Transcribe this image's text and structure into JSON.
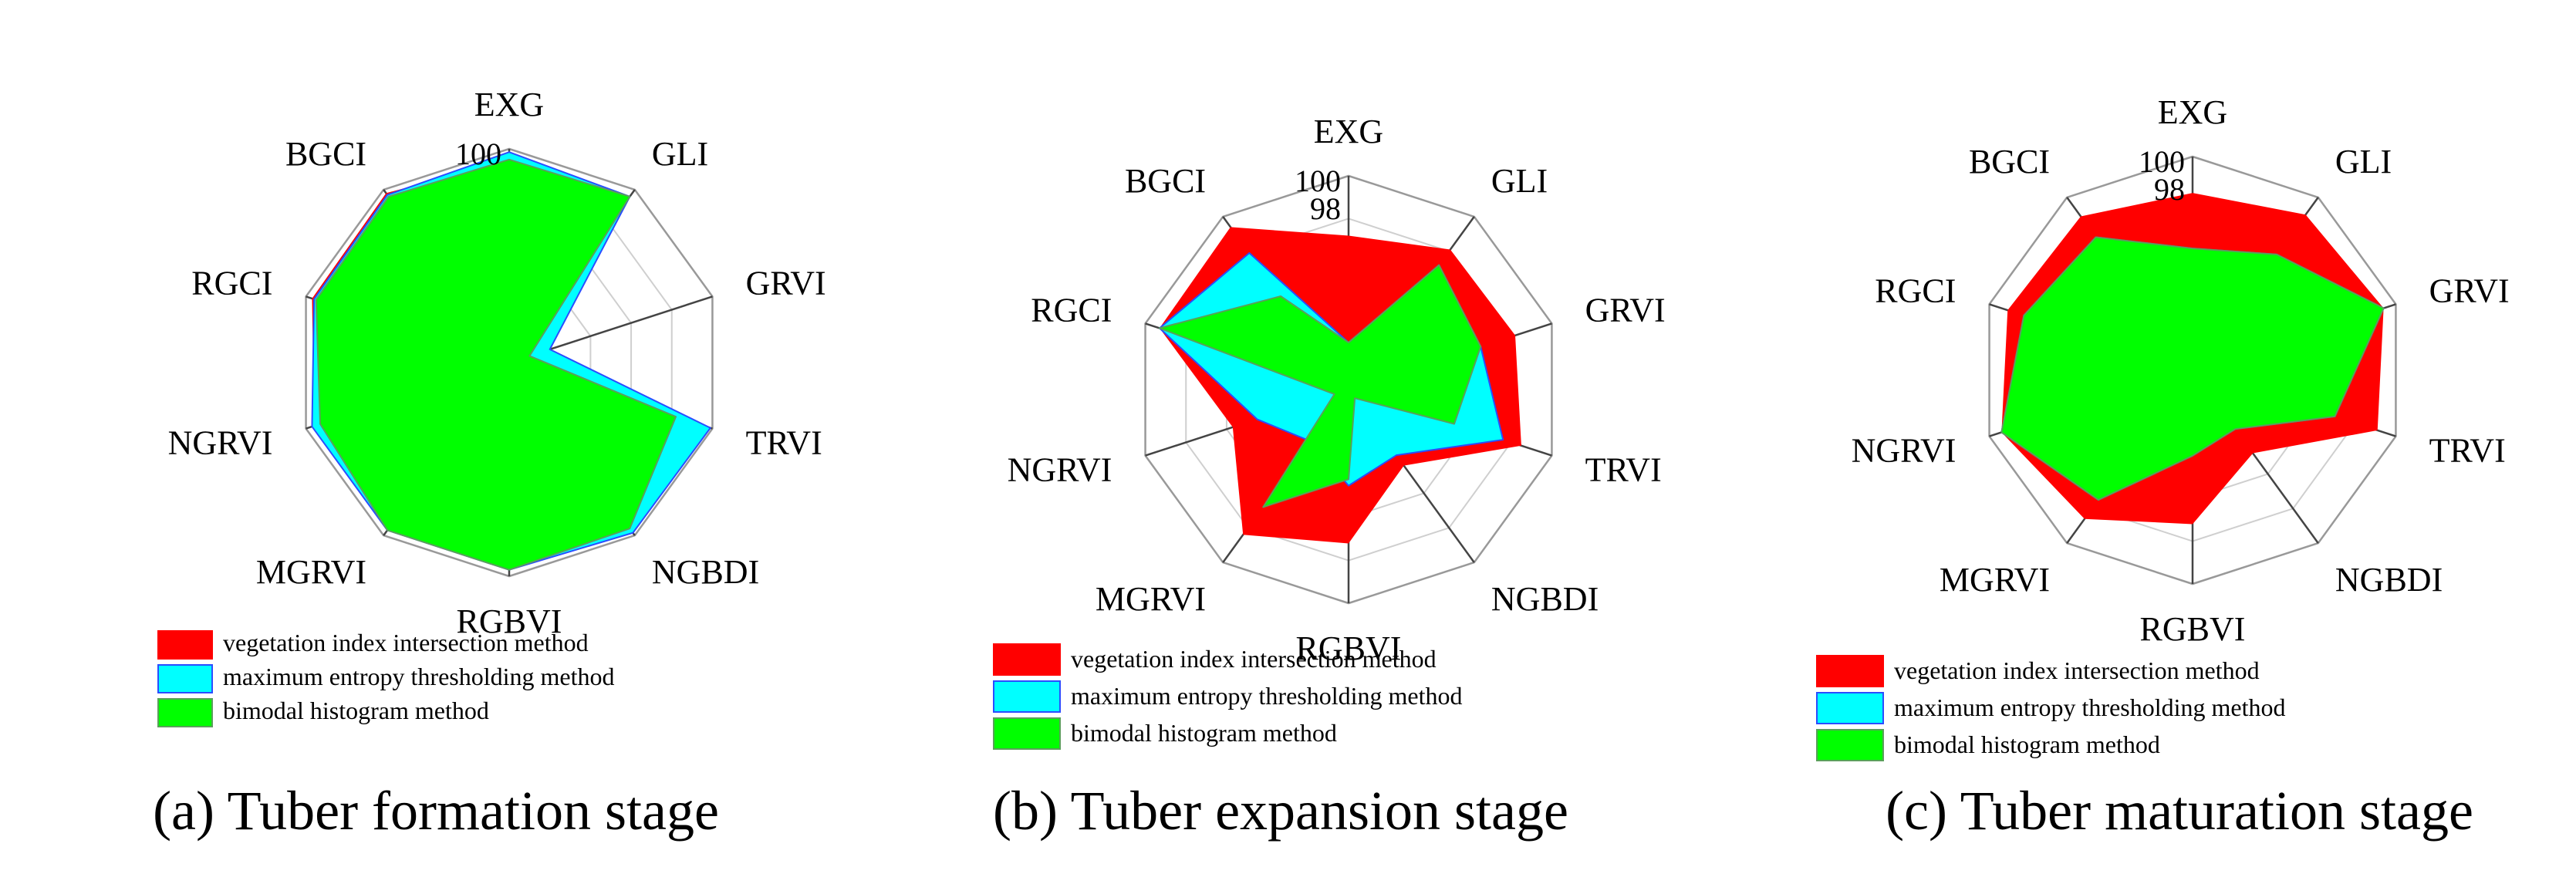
{
  "colors": {
    "vegetation": "#ff0000",
    "entropy": "#00ffff",
    "entropy_stroke": "#2a4dff",
    "bimodal": "#00ff00",
    "bimodal_stroke": "#5aa05a",
    "grid": "#cfcfcf",
    "spoke": "#444444"
  },
  "legend": [
    {
      "key": "vegetation",
      "label": "vegetation index intersection method"
    },
    {
      "key": "entropy",
      "label": "maximum entropy thresholding method"
    },
    {
      "key": "bimodal",
      "label": "bimodal histogram method"
    }
  ],
  "chart_data": [
    {
      "type": "radar",
      "caption": "(a) Tuber formation stage",
      "categories": [
        "EXG",
        "GLI",
        "GRVI",
        "TRVI",
        "NGBDI",
        "RGBVI",
        "MGRVI",
        "NGRVI",
        "RGCI",
        "BGCI"
      ],
      "ticks": [
        "100"
      ],
      "series": [
        {
          "name": "vegetation index intersection method",
          "key": "vegetation",
          "values": [
            0.95,
            0.96,
            0.1,
            0.99,
            0.97,
            0.97,
            0.97,
            0.96,
            0.97,
            0.98
          ]
        },
        {
          "name": "maximum entropy thresholding method",
          "key": "entropy",
          "values": [
            0.985,
            0.96,
            0.2,
            0.99,
            0.985,
            0.97,
            0.97,
            0.97,
            0.96,
            0.97
          ]
        },
        {
          "name": "bimodal histogram method",
          "key": "bimodal",
          "values": [
            0.95,
            0.96,
            0.1,
            0.82,
            0.96,
            0.97,
            0.97,
            0.93,
            0.95,
            0.96
          ]
        }
      ]
    },
    {
      "type": "radar",
      "caption": "(b) Tuber expansion stage",
      "categories": [
        "EXG",
        "GLI",
        "GRVI",
        "TRVI",
        "NGBDI",
        "RGBVI",
        "MGRVI",
        "NGRVI",
        "RGCI",
        "BGCI"
      ],
      "ticks": [
        "100",
        "98"
      ],
      "series": [
        {
          "name": "vegetation index intersection method",
          "key": "vegetation",
          "values": [
            0.72,
            0.81,
            0.82,
            0.85,
            0.44,
            0.72,
            0.84,
            0.57,
            0.93,
            0.94
          ]
        },
        {
          "name": "maximum entropy thresholding method",
          "key": "entropy",
          "values": [
            0.22,
            0.72,
            0.65,
            0.76,
            0.38,
            0.45,
            0.3,
            0.45,
            0.93,
            0.79
          ]
        },
        {
          "name": "bimodal histogram method",
          "key": "bimodal",
          "values": [
            0.22,
            0.72,
            0.65,
            0.52,
            0.05,
            0.42,
            0.68,
            0.07,
            0.93,
            0.54
          ]
        }
      ]
    },
    {
      "type": "radar",
      "caption": "(c) Tuber maturation stage",
      "categories": [
        "EXG",
        "GLI",
        "GRVI",
        "TRVI",
        "NGBDI",
        "RGBVI",
        "MGRVI",
        "NGRVI",
        "RGCI",
        "BGCI"
      ],
      "ticks": [
        "100",
        "98"
      ],
      "series": [
        {
          "name": "vegetation index intersection method",
          "key": "vegetation",
          "values": [
            0.83,
            0.9,
            0.94,
            0.91,
            0.48,
            0.72,
            0.86,
            0.94,
            0.91,
            0.89
          ]
        },
        {
          "name": "maximum entropy thresholding method",
          "key": "entropy",
          "values": [
            0.57,
            0.67,
            0.94,
            0.7,
            0.34,
            0.4,
            0.75,
            0.94,
            0.83,
            0.77
          ]
        },
        {
          "name": "bimodal histogram method",
          "key": "bimodal",
          "values": [
            0.57,
            0.67,
            0.94,
            0.7,
            0.34,
            0.4,
            0.75,
            0.94,
            0.83,
            0.77
          ]
        }
      ]
    }
  ]
}
